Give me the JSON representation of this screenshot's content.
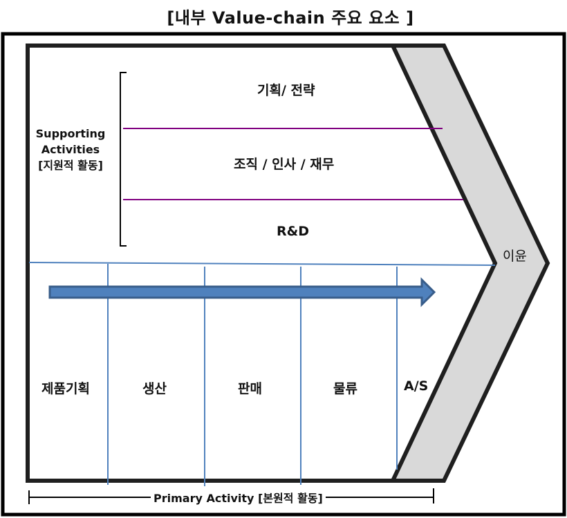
{
  "title": "[내부 Value-chain 주요 요소 ]",
  "supporting": {
    "label_line1": "Supporting",
    "label_line2": "Activities",
    "label_line3": "[지원적 활동]",
    "items": [
      {
        "label": "기획/ 전략"
      },
      {
        "label": "조직 / 인사 / 재무"
      },
      {
        "label": "R&D"
      }
    ]
  },
  "primary": {
    "caption": "Primary Activity [본원적 활동]",
    "items": [
      {
        "label": "제품기획"
      },
      {
        "label": "생산"
      },
      {
        "label": "판매"
      },
      {
        "label": "물류"
      },
      {
        "label": "A/S"
      }
    ]
  },
  "profit": {
    "label": "이윤"
  },
  "colors": {
    "frame": "#000000",
    "shape_border": "#1f1f1f",
    "margin_fill": "#d9d9d9",
    "divider_purple": "#800080",
    "primary_blue": "#4f81bd",
    "arrow_border": "#385d8a"
  }
}
